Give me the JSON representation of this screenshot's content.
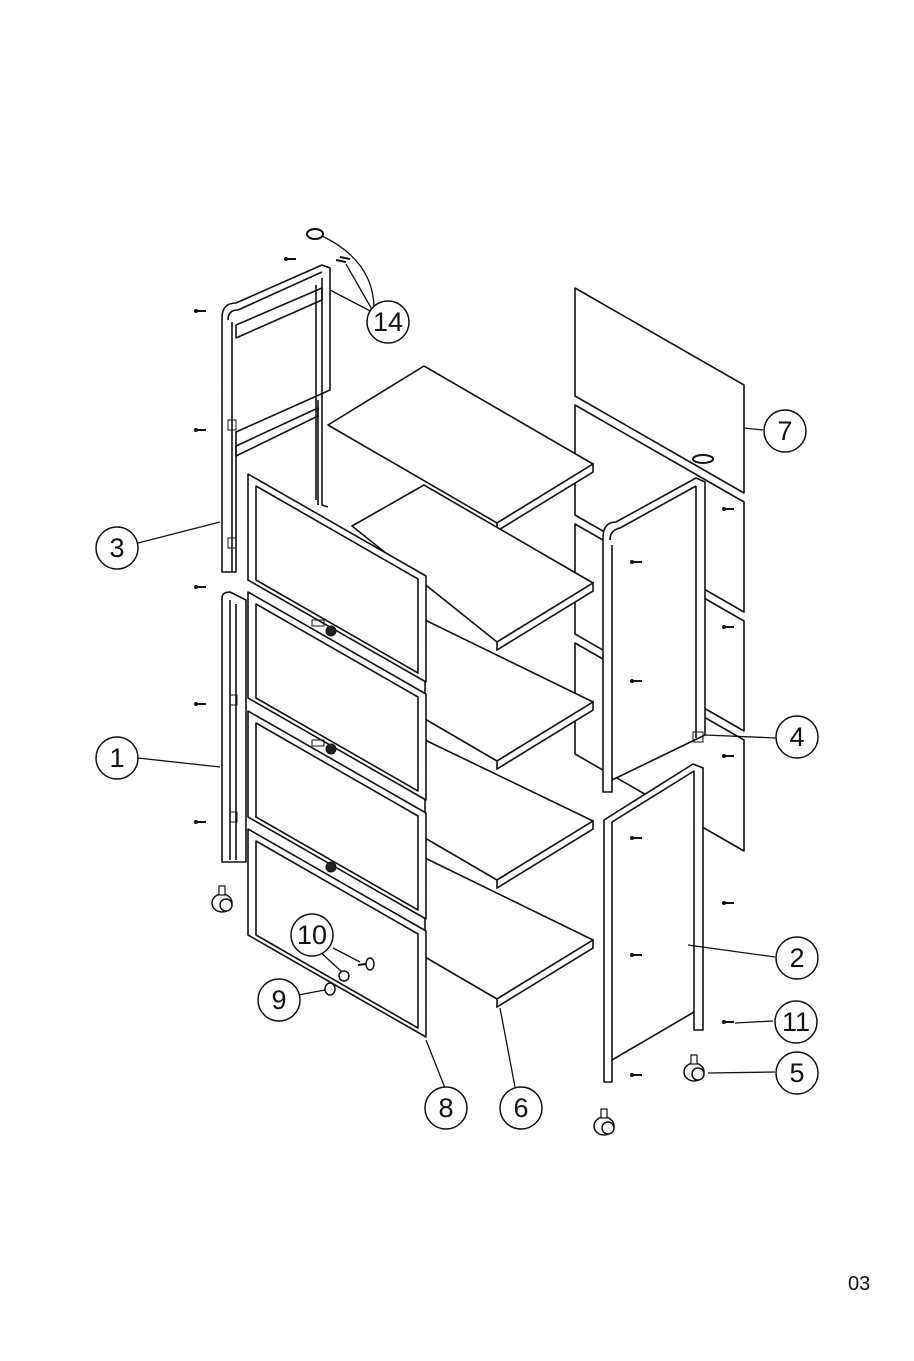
{
  "diagram": {
    "callouts": [
      {
        "label": "1"
      },
      {
        "label": "2"
      },
      {
        "label": "3"
      },
      {
        "label": "4"
      },
      {
        "label": "5"
      },
      {
        "label": "6"
      },
      {
        "label": "7"
      },
      {
        "label": "8"
      },
      {
        "label": "9"
      },
      {
        "label": "10"
      },
      {
        "label": "11"
      },
      {
        "label": "14"
      }
    ]
  },
  "page": {
    "number": "03"
  }
}
